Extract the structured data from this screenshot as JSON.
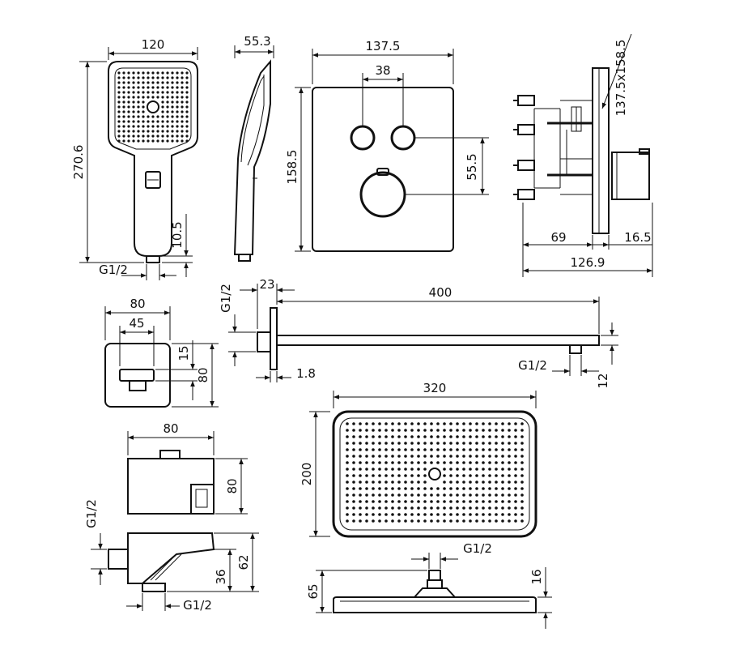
{
  "drawing": {
    "hand_shower": {
      "width": "120",
      "depth": "55.3",
      "length": "270.6",
      "outlet": "10.5",
      "thread": "G1/2"
    },
    "thermostat_plate": {
      "width": "137.5",
      "button_spacing": "38",
      "height": "158.5",
      "offset": "55.5"
    },
    "thermostat_body": {
      "plate_size": "137.5x158.5",
      "depth_a": "69",
      "depth_b": "16.5",
      "total_depth": "126.9"
    },
    "holder": {
      "width": "80",
      "inner_width": "45",
      "height": "80",
      "offset": "15"
    },
    "shower_arm": {
      "thread_left": "G1/2",
      "flange": "23",
      "length": "400",
      "thickness": "1.8",
      "thread_right": "G1/2",
      "drop": "12"
    },
    "overhead_shower": {
      "width": "320",
      "depth": "200",
      "thread": "G1/2",
      "height_total": "65",
      "plate_thickness": "16"
    },
    "wall_outlet": {
      "width": "80",
      "height": "80",
      "thread_top": "G1/2",
      "height_a": "36",
      "height_b": "62",
      "thread_bottom": "G1/2"
    }
  }
}
